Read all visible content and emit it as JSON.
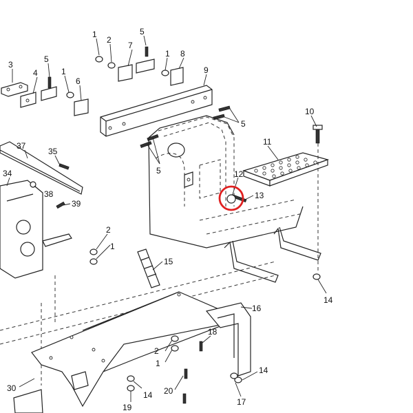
{
  "callouts": {
    "c1a": "1",
    "c2a": "2",
    "c5a": "5",
    "c7": "7",
    "c1b": "1",
    "c8": "8",
    "c3": "3",
    "c4": "4",
    "c5b": "5",
    "c1c": "1",
    "c6": "6",
    "c9": "9",
    "c5c": "5",
    "c5d": "5",
    "c10": "10",
    "c11": "11",
    "c37": "37",
    "c35": "35",
    "c34": "34",
    "c38": "38",
    "c39": "39",
    "c12": "12",
    "c13": "13",
    "c2b": "2",
    "c1d": "1",
    "c15": "15",
    "c14a": "14",
    "c16": "16",
    "c18": "18",
    "c2c": "2",
    "c1e": "1",
    "c14b": "14",
    "c19": "19",
    "c20": "20",
    "c14c": "14",
    "c17": "17",
    "c30": "30"
  },
  "highlight": {
    "color": "#e02020"
  }
}
